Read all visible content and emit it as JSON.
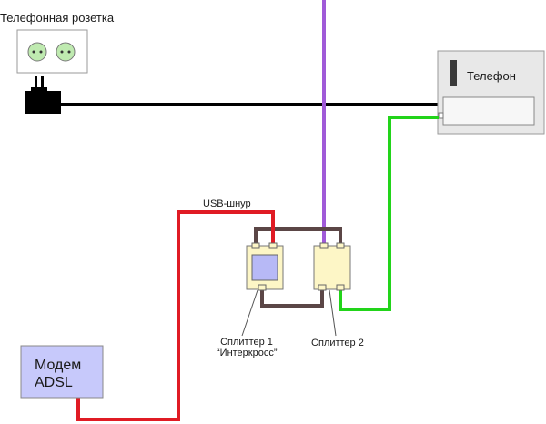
{
  "socket": {
    "title": "Телефонная розетка"
  },
  "phone": {
    "title": "Телефон"
  },
  "usb_cable": {
    "label": "USB-шнур"
  },
  "modem": {
    "title": "Модем\nADSL"
  },
  "splitter1": {
    "label": "Сплиттер 1\n“Интеркросс”"
  },
  "splitter2": {
    "label": "Сплиттер 2"
  },
  "colors": {
    "phone_line": "#000000",
    "internal_wire": "#6a1b9a",
    "usb_cable": "#e01b24",
    "phone_wire": "#22d41a",
    "splitter_link": "#5b4646",
    "splitter_body": "#fdf6c6",
    "splitter_inner": "#b7b9f6",
    "modem_body": "#c7c9fb",
    "phone_body": "#e8e8e8",
    "socket_hole": "#bfeab0"
  }
}
